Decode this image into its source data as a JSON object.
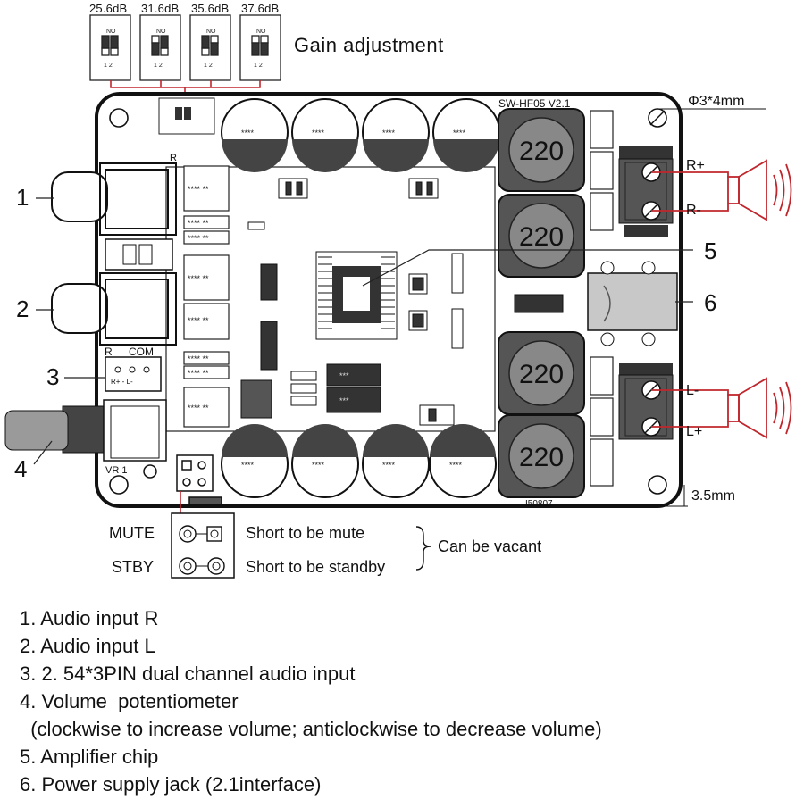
{
  "gain": {
    "levels": [
      "25.6dB",
      "31.6dB",
      "35.6dB",
      "37.6dB"
    ],
    "title": "Gain adjustment",
    "switch_no": "NO",
    "switch_pins": "1  2"
  },
  "board": {
    "model": "SW-HF05 V2.1",
    "serial": "I50807",
    "inductor_value": "220",
    "r_label": "R",
    "com_label": "COM",
    "header_pins": "R+  -  L-",
    "vr_label": "VR 1",
    "cap_label": "****",
    "resistor_label": "**** **",
    "ic_label": "***"
  },
  "dims": {
    "hole": "Φ3*4mm",
    "offset": "3.5mm"
  },
  "speaker": {
    "r_plus": "R+",
    "r_minus": "R-",
    "l_minus": "L-",
    "l_plus": "L+"
  },
  "callouts": [
    "1",
    "2",
    "3",
    "4",
    "5",
    "6"
  ],
  "jumper": {
    "mute_label": "MUTE",
    "stby_label": "STBY",
    "mute_desc": "Short to be mute",
    "stby_desc": "Short to be standby",
    "vacant": "Can be vacant"
  },
  "legend": [
    "1. Audio input R",
    "2. Audio input L",
    "3. 2. 54*3PIN dual channel audio input",
    "4. Volume  potentiometer",
    "  (clockwise to increase volume; anticlockwise to decrease volume)",
    "5. Amplifier chip",
    "6. Power supply jack (2.1interface)"
  ]
}
